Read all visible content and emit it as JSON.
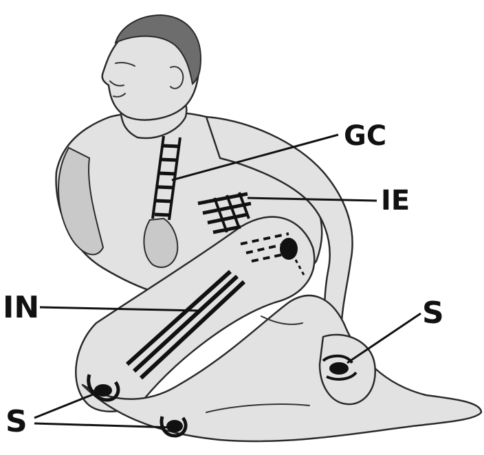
{
  "labels": {
    "gc": "GC",
    "ie": "IE",
    "in": "IN",
    "s_right": "S",
    "s_left": "S"
  },
  "colors": {
    "ink": "#111111",
    "skin": "#e2e2e2",
    "hair": "#6d6d6d",
    "background": "#ffffff"
  }
}
